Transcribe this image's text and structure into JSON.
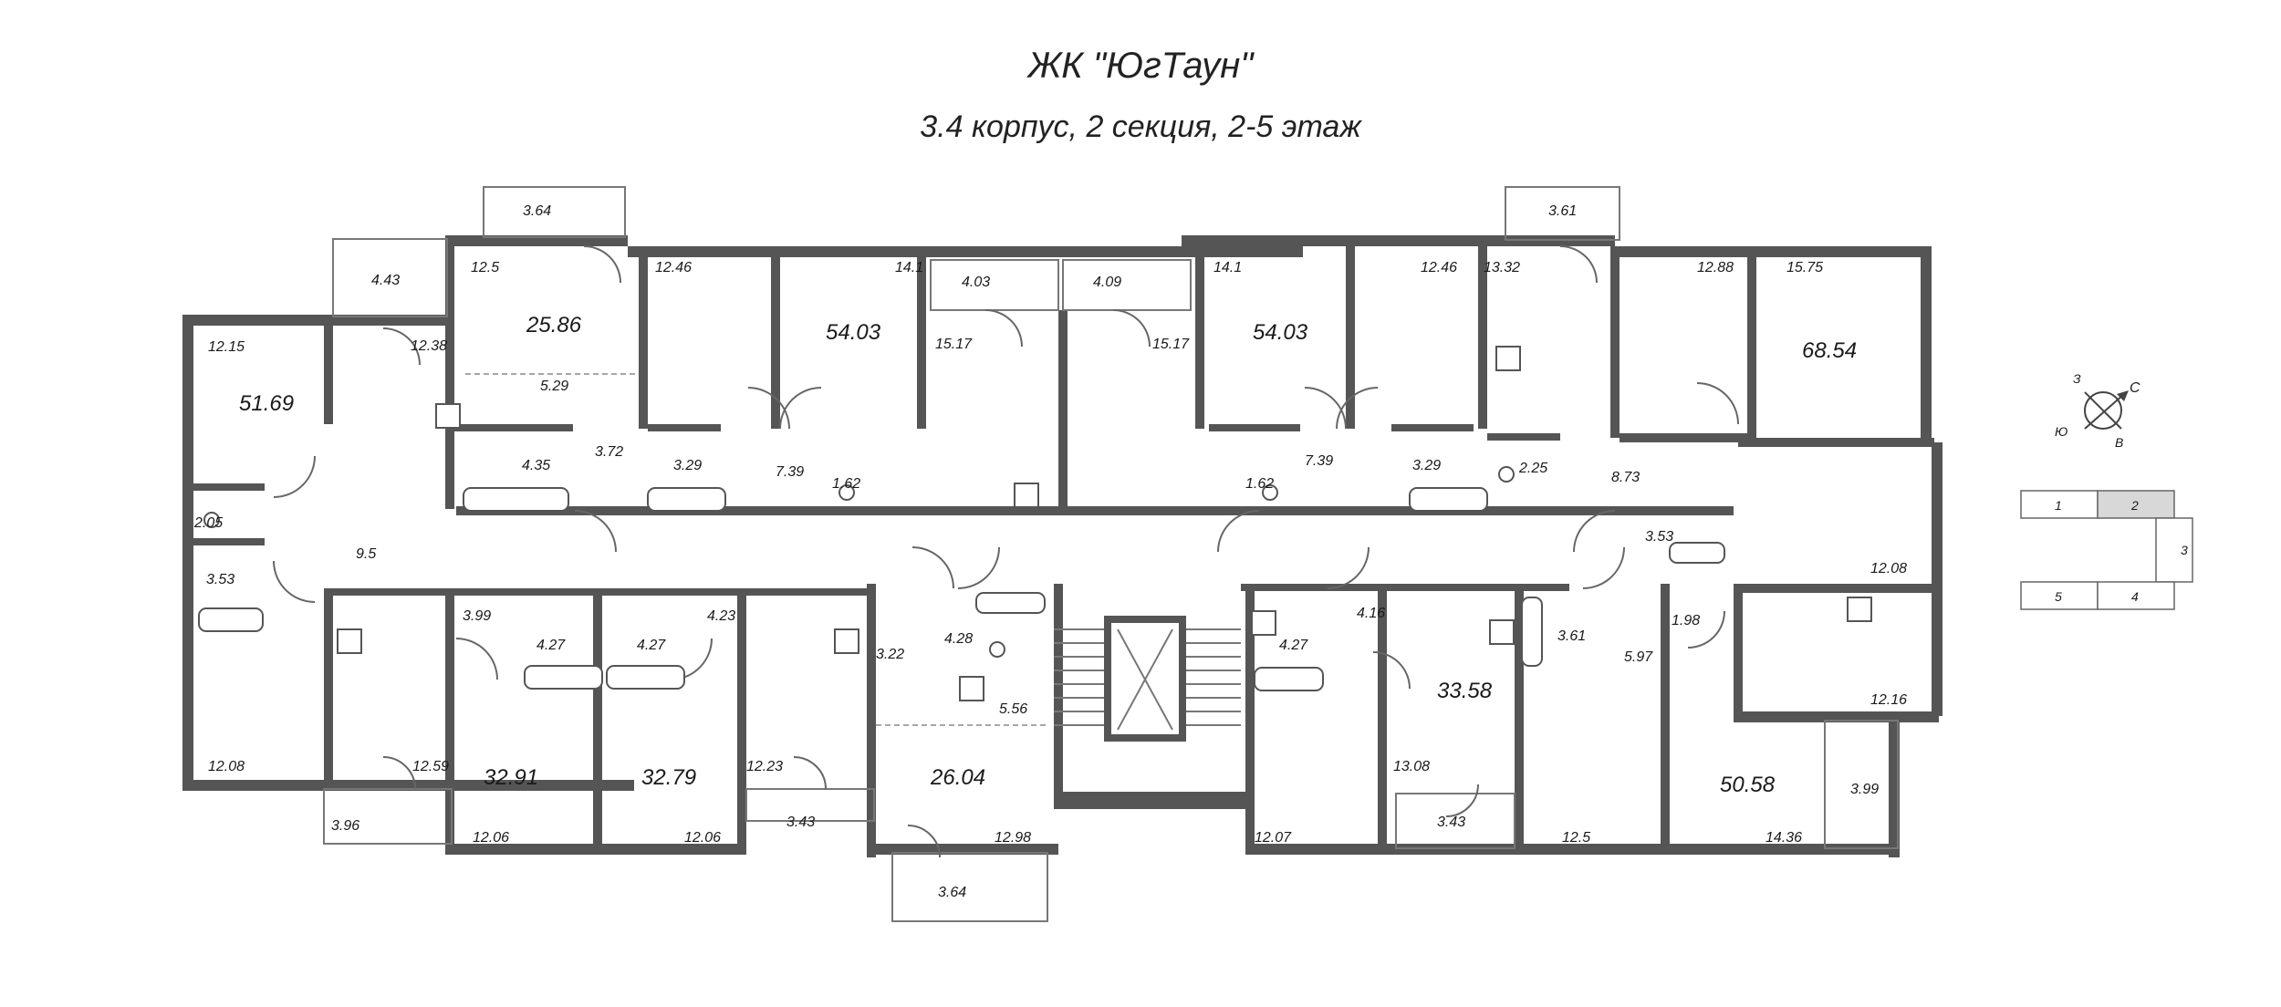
{
  "header": {
    "title": "ЖК \"ЮгТаун\"",
    "subtitle": "3.4 корпус, 2 секция, 2-5 этаж"
  },
  "apartments": [
    {
      "id": "apt-51-69",
      "total": "51.69"
    },
    {
      "id": "apt-25-86",
      "total": "25.86"
    },
    {
      "id": "apt-54-03-left",
      "total": "54.03"
    },
    {
      "id": "apt-54-03-right",
      "total": "54.03"
    },
    {
      "id": "apt-68-54",
      "total": "68.54"
    },
    {
      "id": "apt-32-91",
      "total": "32.91"
    },
    {
      "id": "apt-32-79",
      "total": "32.79"
    },
    {
      "id": "apt-26-04",
      "total": "26.04"
    },
    {
      "id": "apt-33-58",
      "total": "33.58"
    },
    {
      "id": "apt-50-58",
      "total": "50.58"
    }
  ],
  "room_areas": [
    "3.64",
    "4.43",
    "12.5",
    "12.15",
    "12.38",
    "5.29",
    "4.35",
    "3.72",
    "2.05",
    "9.5",
    "3.53",
    "12.46",
    "14.1",
    "4.03",
    "15.17",
    "3.29",
    "7.39",
    "1.62",
    "4.09",
    "15.17",
    "14.1",
    "12.46",
    "1.62",
    "7.39",
    "3.29",
    "3.61",
    "13.32",
    "12.88",
    "15.75",
    "2.25",
    "8.73",
    "3.53",
    "12.08",
    "3.99",
    "4.27",
    "4.27",
    "4.23",
    "3.22",
    "4.28",
    "5.56",
    "4.27",
    "4.16",
    "3.61",
    "1.98",
    "5.97",
    "12.16",
    "12.08",
    "12.59",
    "12.06",
    "12.06",
    "12.23",
    "3.96",
    "3.43",
    "12.98",
    "3.64",
    "12.07",
    "13.08",
    "3.43",
    "12.5",
    "14.36",
    "3.99"
  ],
  "compass": {
    "labels": [
      "З",
      "С",
      "Ю",
      "В"
    ]
  },
  "section_key": {
    "cells": [
      "1",
      "2",
      "3",
      "5",
      "4"
    ],
    "active": "2"
  },
  "colors": {
    "wall": "#555555",
    "highlight": "#d8d8d8",
    "background": "#ffffff"
  }
}
